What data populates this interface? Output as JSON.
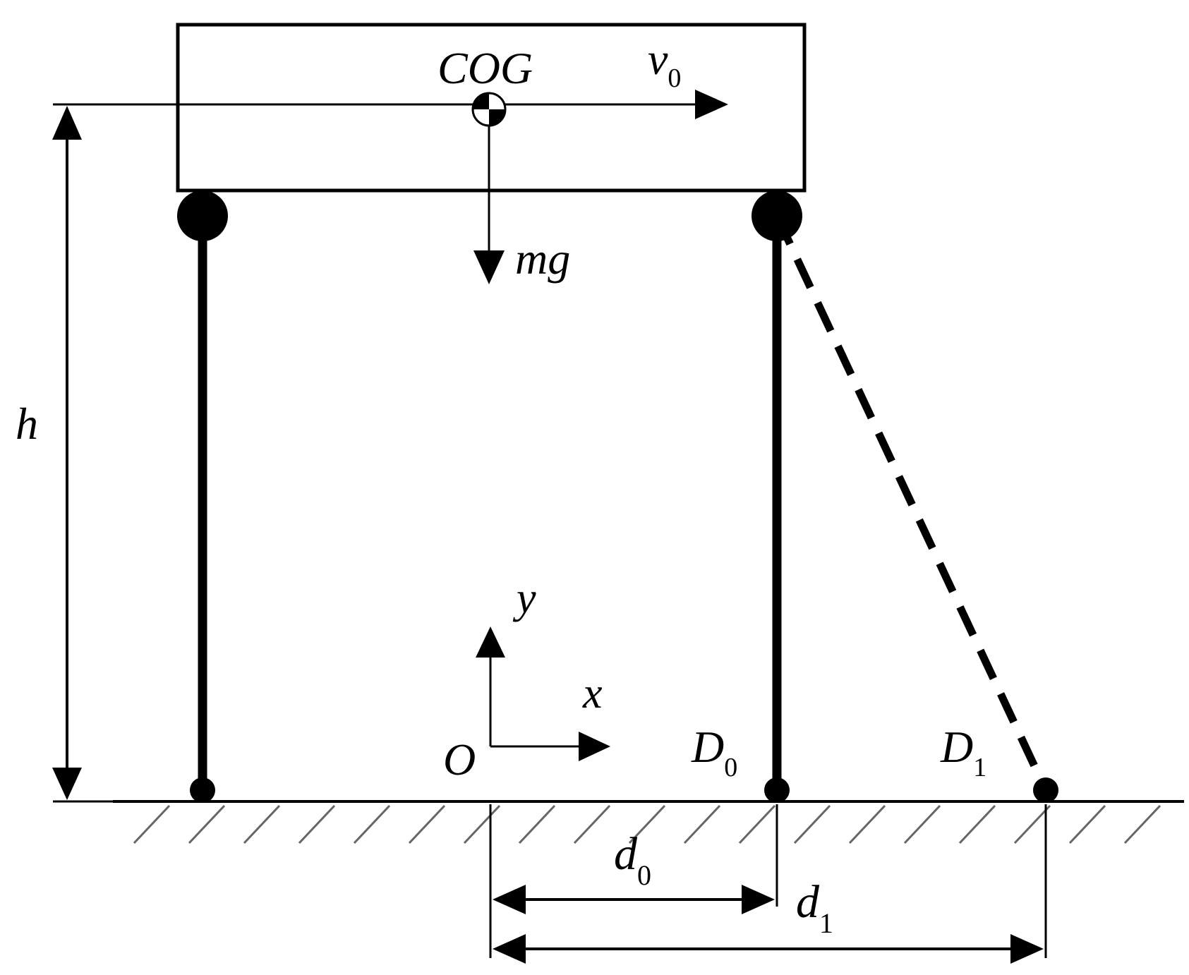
{
  "labels": {
    "cog": "COG",
    "velocity": "v",
    "velocity_sub": "0",
    "gravity": "mg",
    "height": "h",
    "axis_y": "y",
    "axis_x": "x",
    "origin": "O",
    "foot_d0": "D",
    "foot_d0_sub": "0",
    "foot_d1": "D",
    "foot_d1_sub": "1",
    "dist_d0": "d",
    "dist_d0_sub": "0",
    "dist_d1": "d",
    "dist_d1_sub": "1"
  },
  "colors": {
    "ink": "#000000",
    "background": "#ffffff"
  }
}
